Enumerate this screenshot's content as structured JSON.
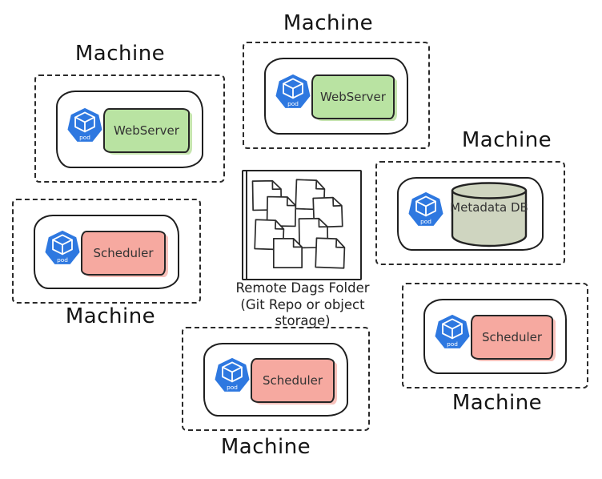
{
  "machines": [
    {
      "label": "Machine",
      "label_position": "top",
      "component": {
        "name": "WebServer",
        "kind": "box"
      }
    },
    {
      "label": "Machine",
      "label_position": "top",
      "component": {
        "name": "WebServer",
        "kind": "box"
      }
    },
    {
      "label": "Machine",
      "label_position": "top",
      "component": {
        "name": "Metadata DB",
        "kind": "database"
      }
    },
    {
      "label": "Machine",
      "label_position": "bottom",
      "component": {
        "name": "Scheduler",
        "kind": "box"
      }
    },
    {
      "label": "Machine",
      "label_position": "bottom",
      "component": {
        "name": "Scheduler",
        "kind": "box"
      }
    },
    {
      "label": "Machine",
      "label_position": "bottom",
      "component": {
        "name": "Scheduler",
        "kind": "box"
      }
    }
  ],
  "pod": {
    "label": "pod"
  },
  "dags_folder": {
    "caption": "Remote Dags Folder (Git Repo or object storage)",
    "documents_count": 8
  },
  "colors": {
    "pod_blue": "#2e78e0",
    "webserver": "#b9e3a2",
    "scheduler": "#f6a9a0",
    "metadata_db": "#cfd5c0",
    "outline": "#1f1f1f"
  }
}
